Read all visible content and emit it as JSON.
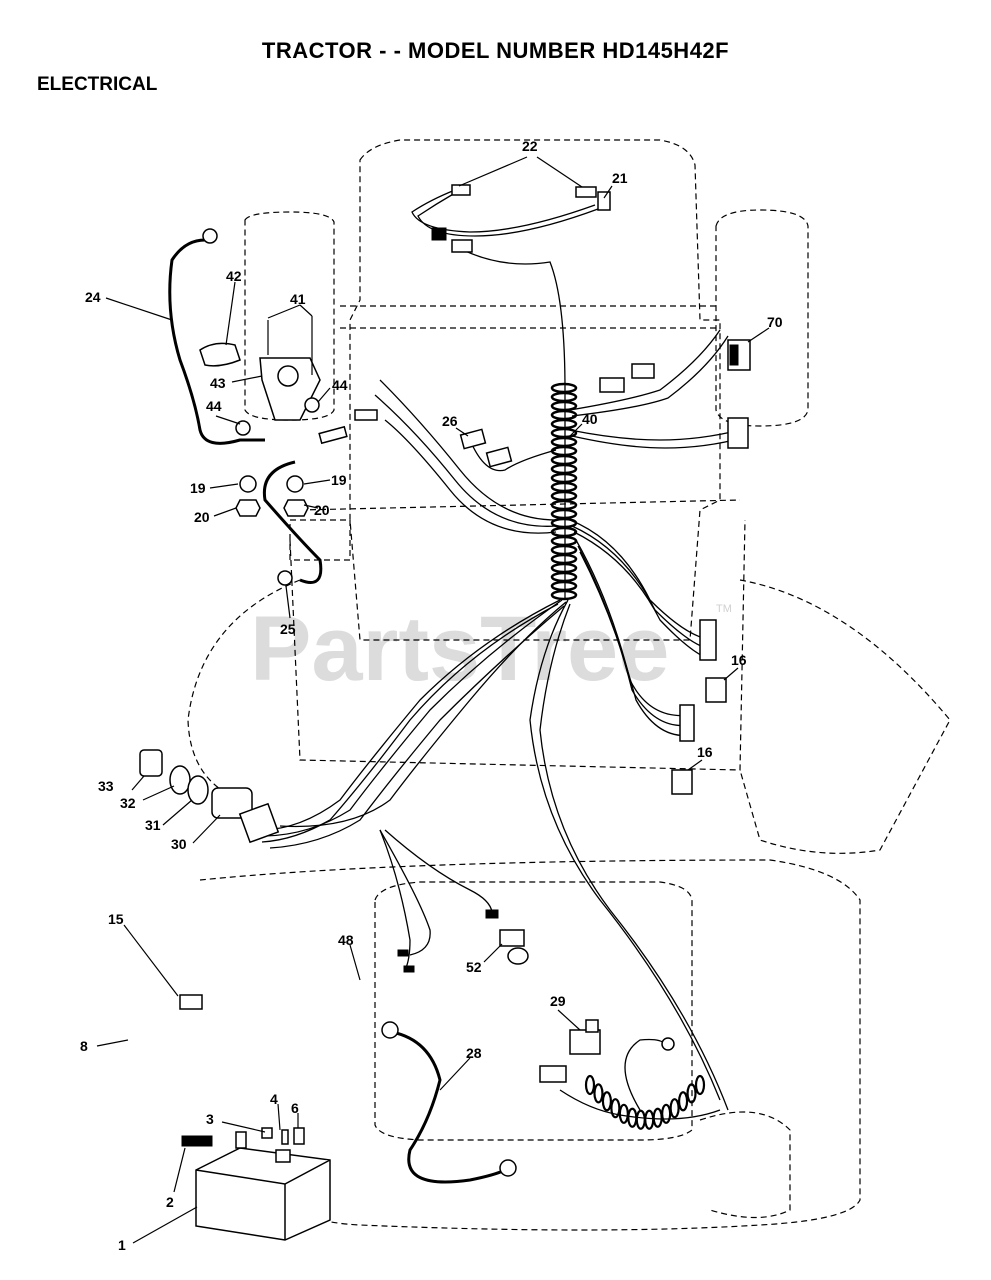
{
  "title": "TRACTOR - - MODEL NUMBER HD145H42F",
  "section": "ELECTRICAL",
  "watermark": "PartsTree",
  "watermark_tm": "TM",
  "callouts": {
    "c1": "1",
    "c2": "2",
    "c3": "3",
    "c4": "4",
    "c6": "6",
    "c8": "8",
    "c15": "15",
    "c16a": "16",
    "c16b": "16",
    "c19a": "19",
    "c19b": "19",
    "c20a": "20",
    "c20b": "20",
    "c21": "21",
    "c22": "22",
    "c24": "24",
    "c25": "25",
    "c26": "26",
    "c28": "28",
    "c29": "29",
    "c30": "30",
    "c31": "31",
    "c32": "32",
    "c33": "33",
    "c40": "40",
    "c41": "41",
    "c42": "42",
    "c43": "43",
    "c44a": "44",
    "c44b": "44",
    "c48": "48",
    "c52": "52",
    "c70": "70"
  }
}
